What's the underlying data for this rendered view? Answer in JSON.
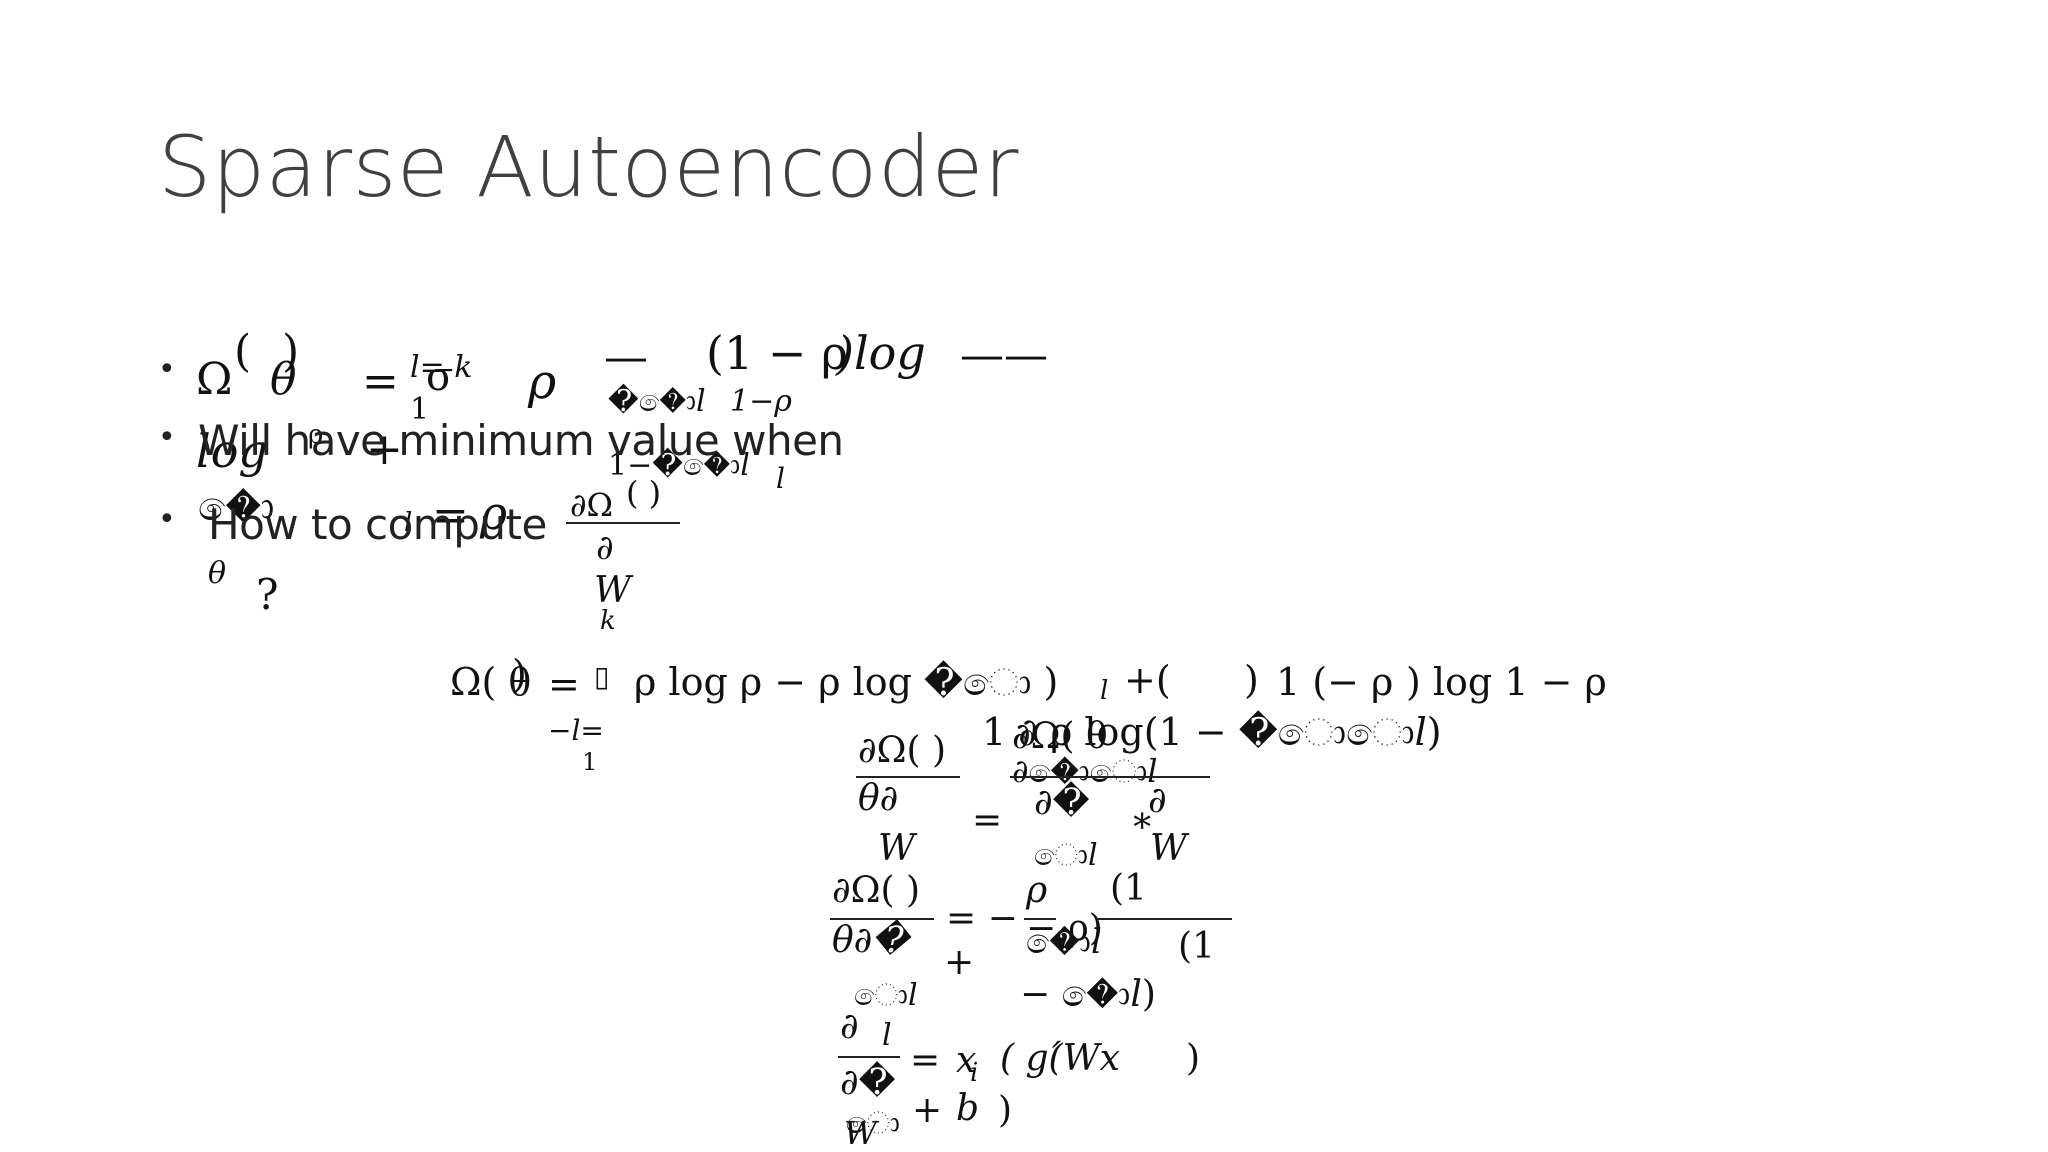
{
  "slide": {
    "title": "Sparse Autoencoder",
    "bullets": [
      {
        "text": ""
      },
      {
        "text": "Will have minimum value when"
      },
      {
        "text": "How to compute"
      }
    ]
  },
  "garbled_math": {
    "b1": {
      "omega": "Ω",
      "paren_open": "(",
      "paren_close": ")",
      "theta": "θ",
      "eq": "=",
      "sum": "σ",
      "lk": "𝑙= 𝑘",
      "one": "1",
      "rho": "ρ",
      "minus": "—",
      "one_minus_rho": "(1 − ρ",
      "close_log": ")𝑙𝑜𝑔",
      "dash": "——",
      "rho_hat_sub": "��ො𝑙",
      "frac_num": "1−ρ",
      "log": "𝑙𝑜𝑔",
      "rho2": "ρ",
      "plus": "+",
      "frac_den": "1−��ො𝑙",
      "sub_l": "𝑙"
    },
    "b2": {
      "hat": "�ො",
      "eq": "=",
      "rho": "ρ",
      "l": "𝑙"
    },
    "b3": {
      "dOmega": "∂Ω",
      "par": "( )",
      "d": "∂",
      "W": "𝑊",
      "k": "𝑘",
      "theta": "θ",
      "q": "?"
    },
    "line1": {
      "lhs": "Ω( θ",
      "close": ")",
      "eq": "= ",
      "box": "▯",
      "body": "ρ log ρ − ρ log �ො )",
      "l": "𝑙",
      "plus": "+(",
      "gap": ")",
      "one_minus": "1 (− ρ",
      "log2": ") log  1 − ρ",
      "sum_lower": "−𝑙=",
      "sum_lower2": "1",
      "second": "1 ∂ ρ log(1 − �ොො𝑙)"
    },
    "line2": {
      "num1": "∂Ω(  )",
      "theta1": "θ∂",
      "W1": "𝑊",
      "eq": "=",
      "num2": "∂Ω( θ",
      "hat2": "∂�ොො𝑙",
      "d2": "∂�",
      "hat3": "ො𝑙",
      "star": "∗",
      "d3": "∂",
      "W3": "𝑊"
    },
    "line3": {
      "num1": "∂Ω(  )",
      "theta1": "θ∂�",
      "eq": "= −",
      "rho": "ρ",
      "hat": "�ො𝑙",
      "one": "(1",
      "close": "− ρ)",
      "one2": "(1",
      "hat2": "ො𝑙",
      "plus": "+",
      "minus": "− �ො𝑙)"
    },
    "line4": {
      "d": "∂",
      "l": "𝑙",
      "eq": "=",
      "x": "𝑥",
      "i": "𝑖",
      "g": "( 𝑔(́𝑊𝑥",
      "close": ")",
      "d2": "∂�",
      "plus": "+",
      "b": "𝑏",
      "b_close": ")",
      "hat": "ො",
      "W": "𝑊"
    }
  }
}
